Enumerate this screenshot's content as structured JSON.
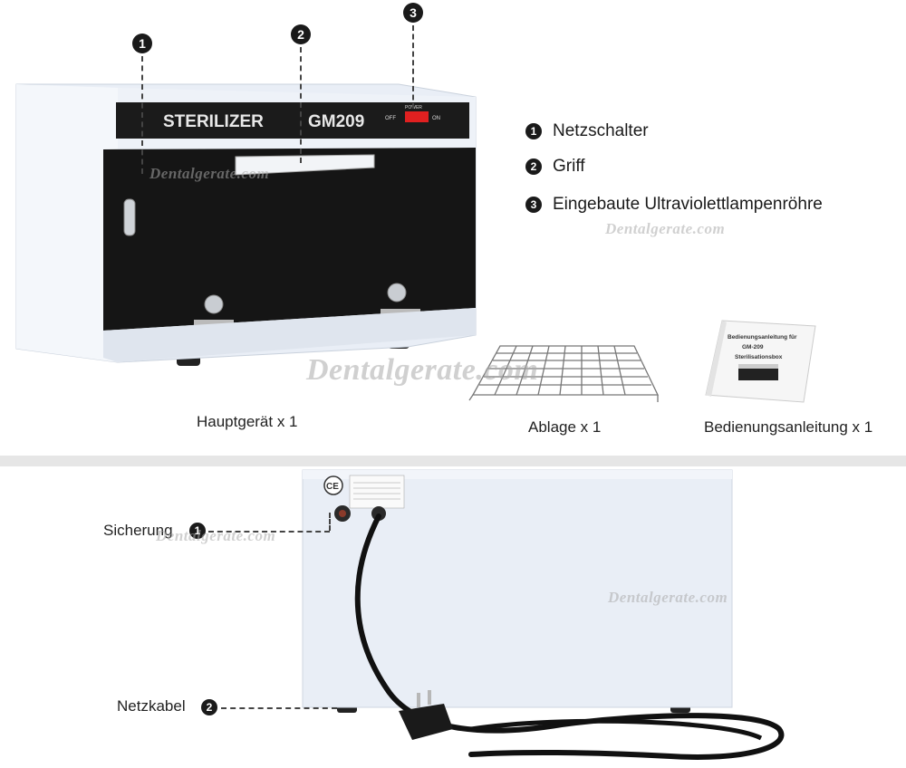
{
  "top": {
    "device_brand": "STERILIZER",
    "device_model": "GM209",
    "power_label": "POWER",
    "off_label": "OFF",
    "on_label": "ON",
    "markers": [
      "1",
      "2",
      "3"
    ],
    "legend": [
      {
        "number": "1",
        "text": "Netzschalter"
      },
      {
        "number": "2",
        "text": "Griff"
      },
      {
        "number": "3",
        "text": "Eingebaute Ultraviolettlampenröhre"
      }
    ],
    "captions": {
      "main_unit": "Hauptgerät x 1",
      "shelf": "Ablage x 1",
      "manual": "Bedienungsanleitung x 1"
    },
    "manual_cover": {
      "line1": "Bedienungsanleitung für",
      "line2": "GM-209",
      "line3": "Sterilisationsbox"
    }
  },
  "bottom": {
    "labels": [
      {
        "number": "1",
        "text": "Sicherung"
      },
      {
        "number": "2",
        "text": "Netzkabel"
      }
    ],
    "ce_mark": "CE"
  },
  "watermark": "Dentalgerate.com",
  "colors": {
    "device_body": "#e9eef6",
    "device_door": "#151515",
    "power_switch": "#e02020",
    "badge": "#1a1a1a"
  }
}
